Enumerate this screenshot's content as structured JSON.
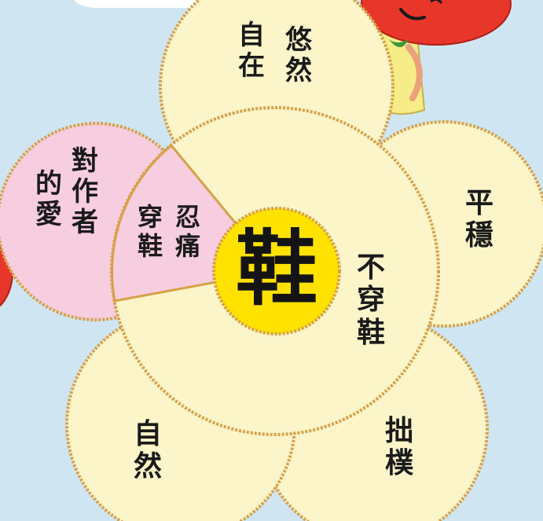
{
  "center": {
    "label": "鞋"
  },
  "petals": {
    "top": {
      "col_right": "悠然",
      "col_left": "自在"
    },
    "upper_left": {
      "col_right": "對作者",
      "col_left": "的愛"
    },
    "right": {
      "text": "平穩"
    },
    "bottom_right": {
      "text": "拙樸"
    },
    "bottom_left": {
      "text": "自然"
    }
  },
  "inner_ring": {
    "pink_sector": {
      "col_right": "忍痛",
      "col_left": "穿鞋"
    },
    "right_text": "不穿鞋"
  },
  "colors": {
    "background": "#cfe6f2",
    "petal_fill": "#fbf5c9",
    "pink_fill": "#f7cde0",
    "center_fill": "#ffe200",
    "stitch": "#d6a14a",
    "mascot_red": "#e8362a",
    "mascot_yellow": "#f6ec88"
  }
}
